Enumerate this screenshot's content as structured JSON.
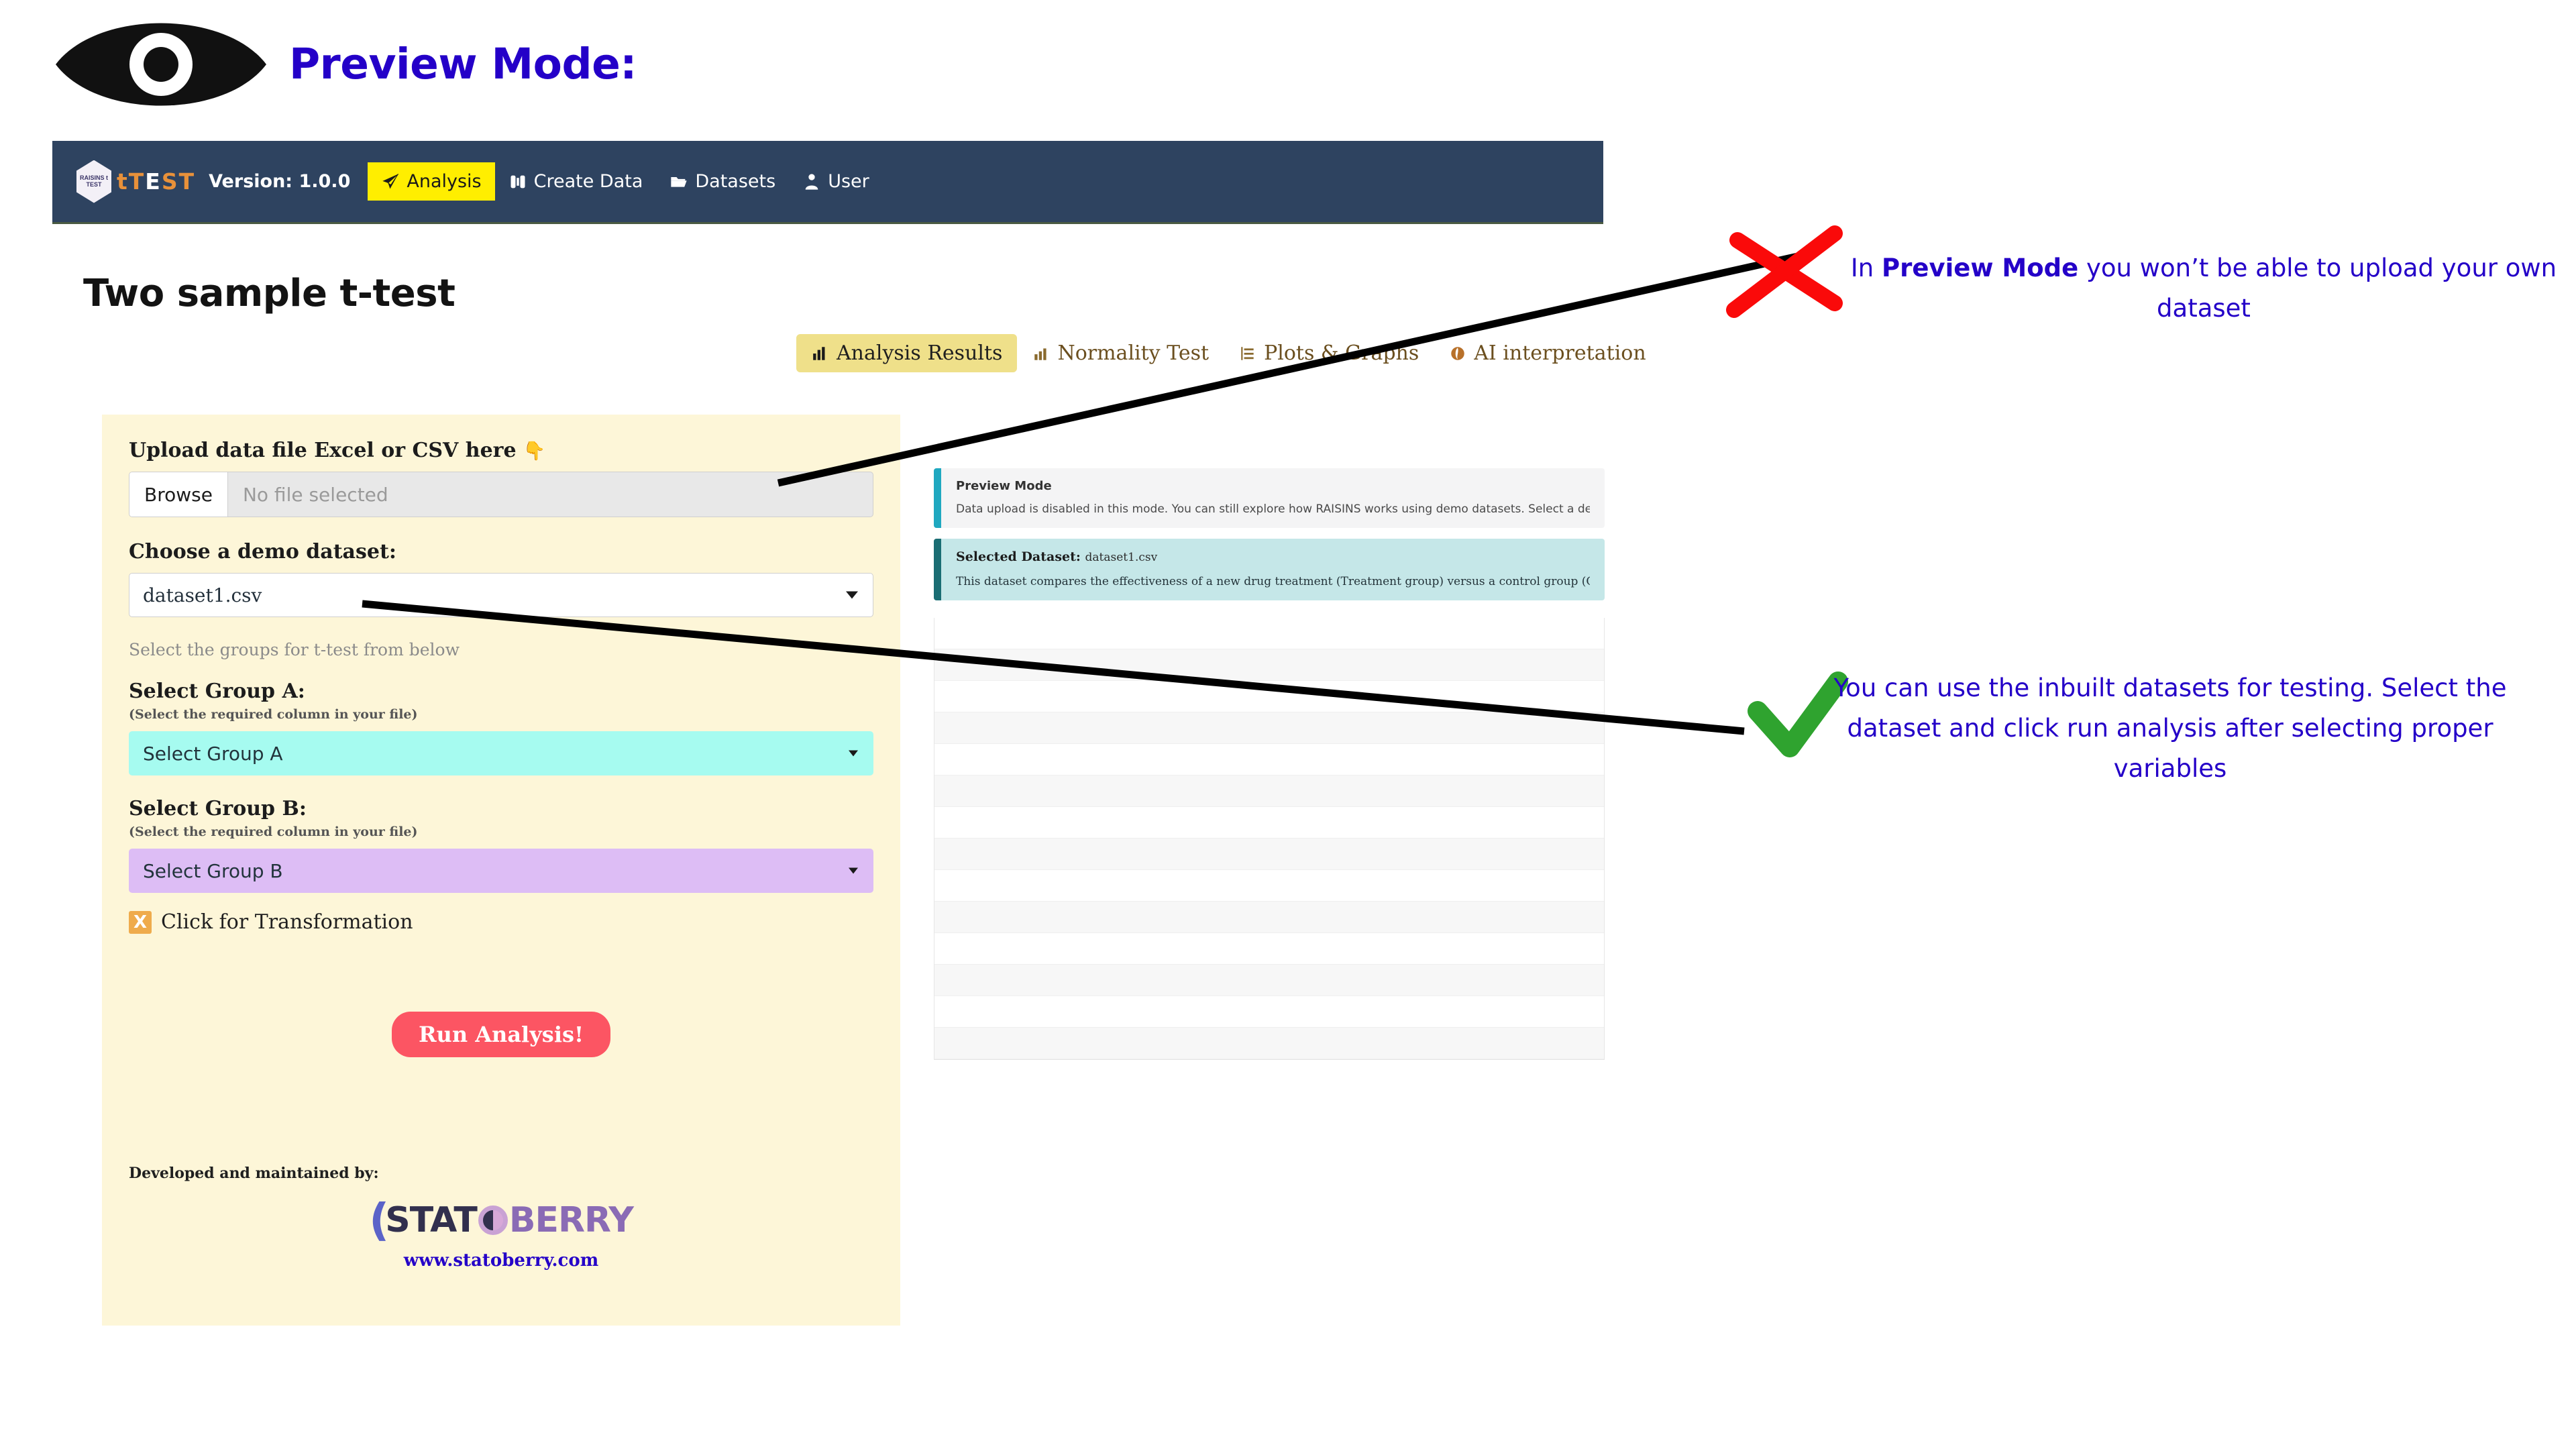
{
  "banner": {
    "icon": "eye-icon",
    "title": "Preview Mode:"
  },
  "navbar": {
    "brand_letters": [
      "t",
      "T",
      "E",
      "S",
      "T"
    ],
    "brand_hex_text": "RAISINS t TEST",
    "version": "Version: 1.0.0",
    "items": [
      {
        "label": "Analysis",
        "icon": "paper-plane-icon",
        "active": true
      },
      {
        "label": "Create Data",
        "icon": "binoculars-icon",
        "active": false
      },
      {
        "label": "Datasets",
        "icon": "folder-open-icon",
        "active": false
      },
      {
        "label": "User",
        "icon": "user-icon",
        "active": false
      }
    ],
    "background": "#2e4360",
    "active_background": "#ffee00"
  },
  "page": {
    "title": "Two sample t-test"
  },
  "tabs": [
    {
      "label": "Analysis Results",
      "icon": "chart-bar-icon",
      "active": true
    },
    {
      "label": "Normality Test",
      "icon": "bar-chart-icon",
      "active": false
    },
    {
      "label": "Plots & Graphs",
      "icon": "plots-icon",
      "active": false
    },
    {
      "label": "AI interpretation",
      "icon": "brain-icon",
      "active": false
    }
  ],
  "form": {
    "upload_label": "Upload data file Excel or CSV here",
    "upload_pointer_icon": "pointing-down-icon",
    "browse_button": "Browse",
    "file_placeholder": "No file selected",
    "demo_dataset_label": "Choose a demo dataset:",
    "demo_dataset_value": "dataset1.csv",
    "groups_hint": "Select the groups for t-test from below",
    "group_a": {
      "heading": "Select Group A:",
      "sub": "(Select the required column in your file)",
      "value": "Select Group A",
      "color": "#a6fbf0"
    },
    "group_b": {
      "heading": "Select Group B:",
      "sub": "(Select the required column in your file)",
      "value": "Select Group B",
      "color": "#ddbdf5"
    },
    "transformation_label": "Click for Transformation",
    "transformation_badge": "X",
    "run_button": "Run Analysis!",
    "developed_by": "Developed and maintained by:",
    "logo": {
      "part1": "STAT",
      "part2": "BERRY",
      "url": "www.statoberry.com"
    },
    "panel_background": "#fdf6d8"
  },
  "results": {
    "preview_alert": {
      "title": "Preview Mode",
      "text": "Data upload is disabled in this mode. You can still explore how RAISINS works using demo datasets. Select a demo dataset, choos",
      "accent": "#1fa8c0"
    },
    "dataset_alert": {
      "title": "Selected Dataset:",
      "filename": "dataset1.csv",
      "text": "This dataset compares the effectiveness of a new drug treatment (Treatment group) versus a control group (Control group) in reducing blo",
      "accent": "#1a6d73",
      "background": "#c5e7e8"
    },
    "placeholder_row_count": 14
  },
  "annotations": {
    "negative": {
      "marker": "red-cross-icon",
      "html": "In <b>Preview Mode</b> you won’t be able to upload your own dataset",
      "marker_color": "#fa0a0a"
    },
    "positive": {
      "marker": "green-check-icon",
      "html": "You can use the inbuilt datasets for testing. Select the dataset and click run analysis after selecting proper variables",
      "marker_color": "#28a228"
    },
    "text_color": "#2400c8"
  }
}
